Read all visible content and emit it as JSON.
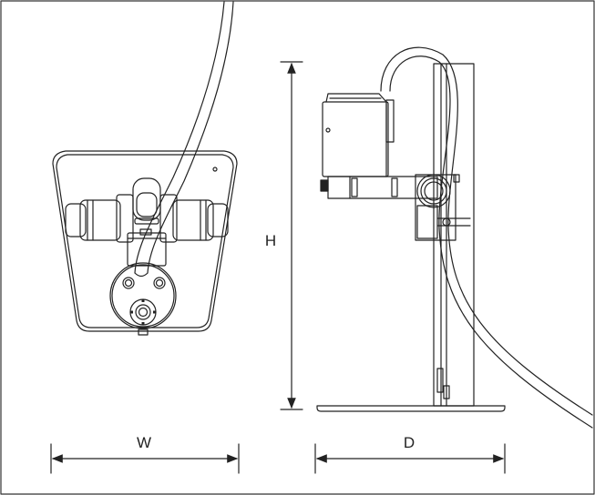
{
  "dimensions": {
    "width_label": "W",
    "height_label": "H",
    "depth_label": "D"
  },
  "colors": {
    "line": "#222222",
    "background": "#ffffff"
  }
}
